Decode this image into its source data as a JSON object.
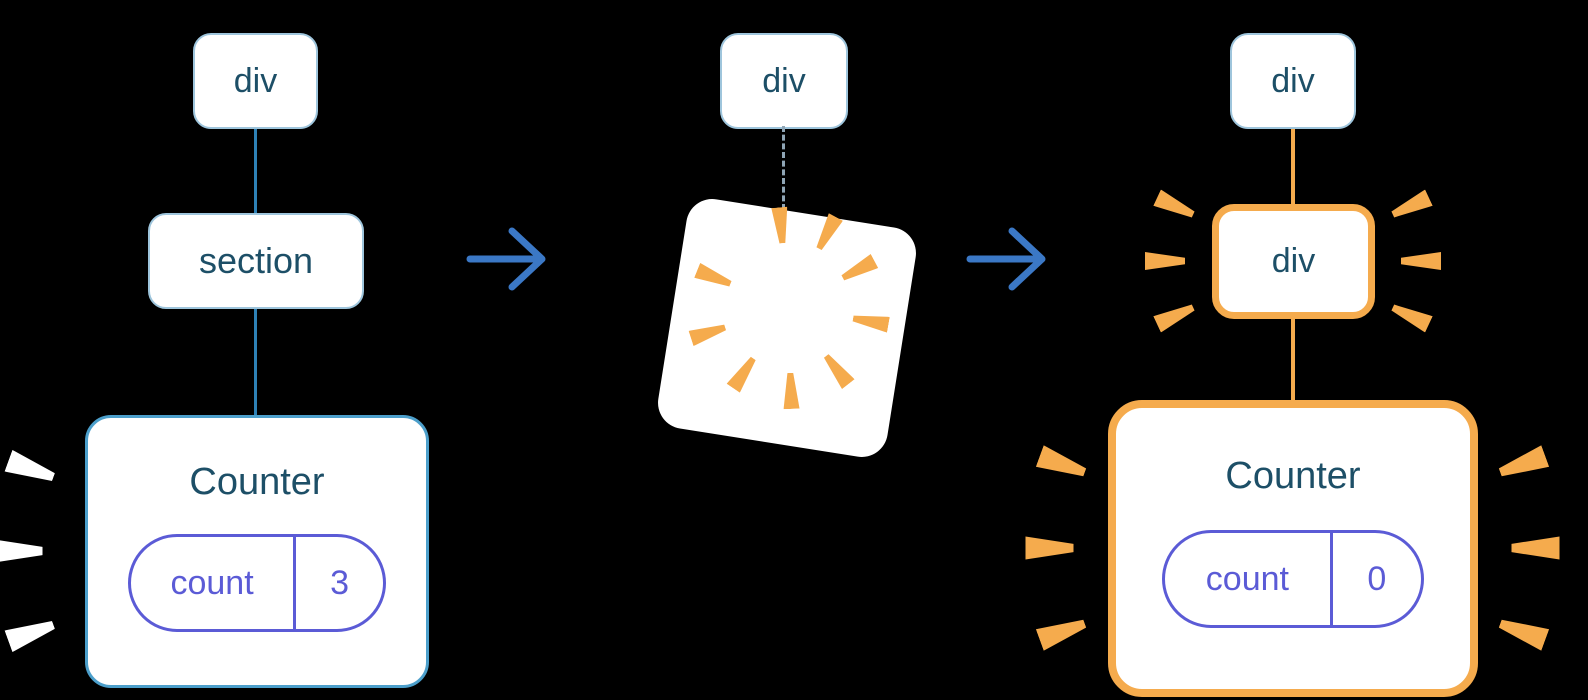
{
  "colors": {
    "background": "#000000",
    "node_fill": "#FFFFFF",
    "node_border": "#9EC5DC",
    "label_text": "#1D4F67",
    "tree_line_blue": "#2E81B6",
    "counter_border_blue": "#4C9FCB",
    "pill_purple": "#5B5BD6",
    "highlight_orange": "#F5AB4D",
    "arrow_blue": "#3B78C6",
    "dashed_line": "#8FA5B5",
    "spark_white": "#FFFFFF"
  },
  "icons": {
    "arrow_right": "→",
    "spark": "burst-ray"
  },
  "before": {
    "root": {
      "label": "div"
    },
    "child": {
      "label": "section"
    },
    "counter": {
      "title": "Counter",
      "pill_key": "count",
      "pill_value": "3"
    }
  },
  "poof": {
    "root": {
      "label": "div"
    }
  },
  "after": {
    "root": {
      "label": "div"
    },
    "child": {
      "label": "div"
    },
    "counter": {
      "title": "Counter",
      "pill_key": "count",
      "pill_value": "0"
    }
  }
}
